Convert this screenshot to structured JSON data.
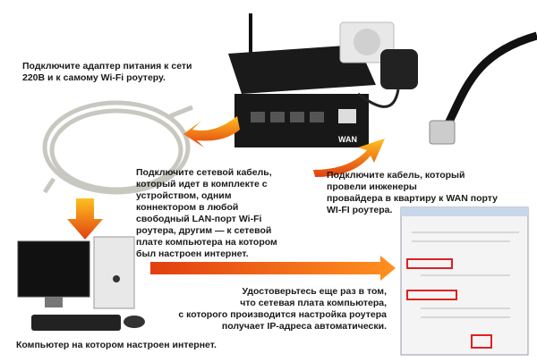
{
  "texts": {
    "power": "Подключите адаптер питания к сети 220В и к самому Wi-Fi роутеру.",
    "lan_lines": [
      "Подключите сетевой кабель,",
      "который идет в комплекте с",
      "устройством, одним",
      "коннектором в любой",
      "свободный LAN-порт Wi-Fi",
      "роутера, другим — к сетевой",
      "плате компьютера на котором",
      "был настроен интернет."
    ],
    "wan_lines": [
      "Подключите кабель, который",
      "провели инженеры",
      "провайдера в квартиру к WAN порту",
      "WI-FI роутера."
    ],
    "ip_lines": [
      "Удостоверьтесь еще раз в том,",
      "что сетевая плата компьютера,",
      "с которого производится настройка роутера",
      "получает IP-адреса автоматически."
    ],
    "computer": "Компьютер на котором настроен интернет."
  },
  "router": {
    "port_label": "WAN"
  },
  "colors": {
    "arrow": "#f06010",
    "arrow_light": "#ffb020",
    "highlight": "#e02020"
  },
  "icons": [
    "router-icon",
    "power-socket-icon",
    "power-adapter-icon",
    "ethernet-cable-icon",
    "wan-cable-icon",
    "computer-icon",
    "settings-dialog-icon",
    "arrow-icon"
  ]
}
